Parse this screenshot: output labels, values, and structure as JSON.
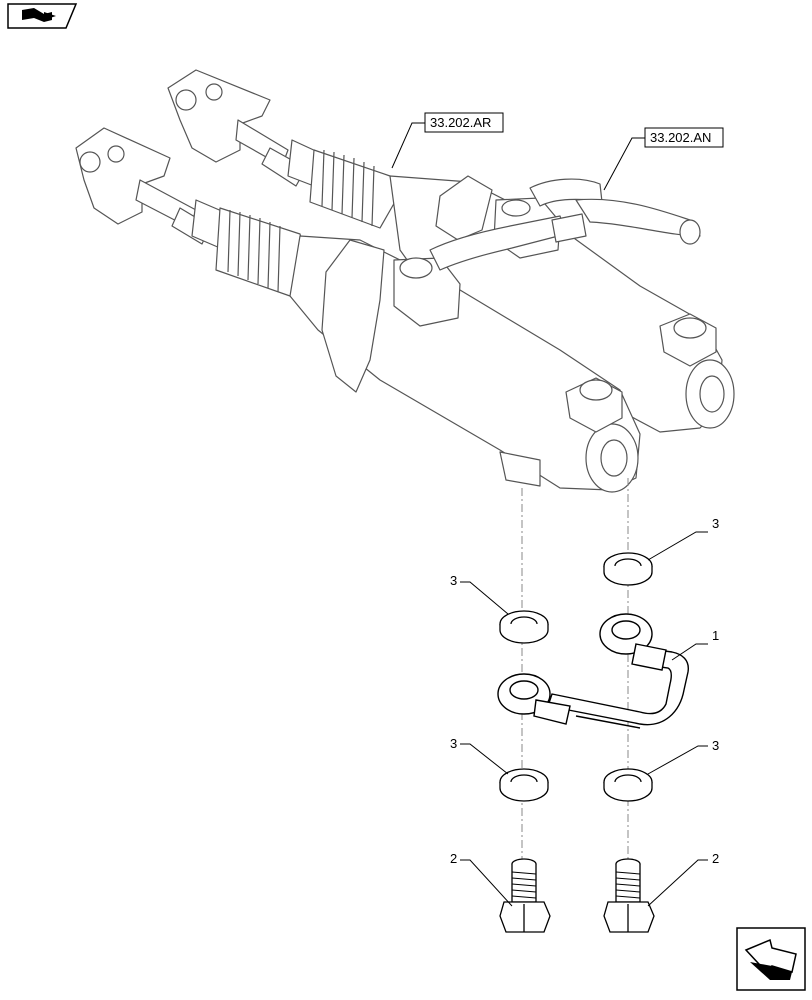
{
  "references": [
    {
      "text": "33.202.AR"
    },
    {
      "text": "33.202.AN"
    }
  ],
  "callouts": [
    {
      "number": "1"
    },
    {
      "number": "2"
    },
    {
      "number": "2"
    },
    {
      "number": "3"
    },
    {
      "number": "3"
    },
    {
      "number": "3"
    },
    {
      "number": "3"
    }
  ],
  "icons": {
    "top_left": "book-arrow-icon",
    "bottom_right": "navigation-arrow-icon"
  }
}
